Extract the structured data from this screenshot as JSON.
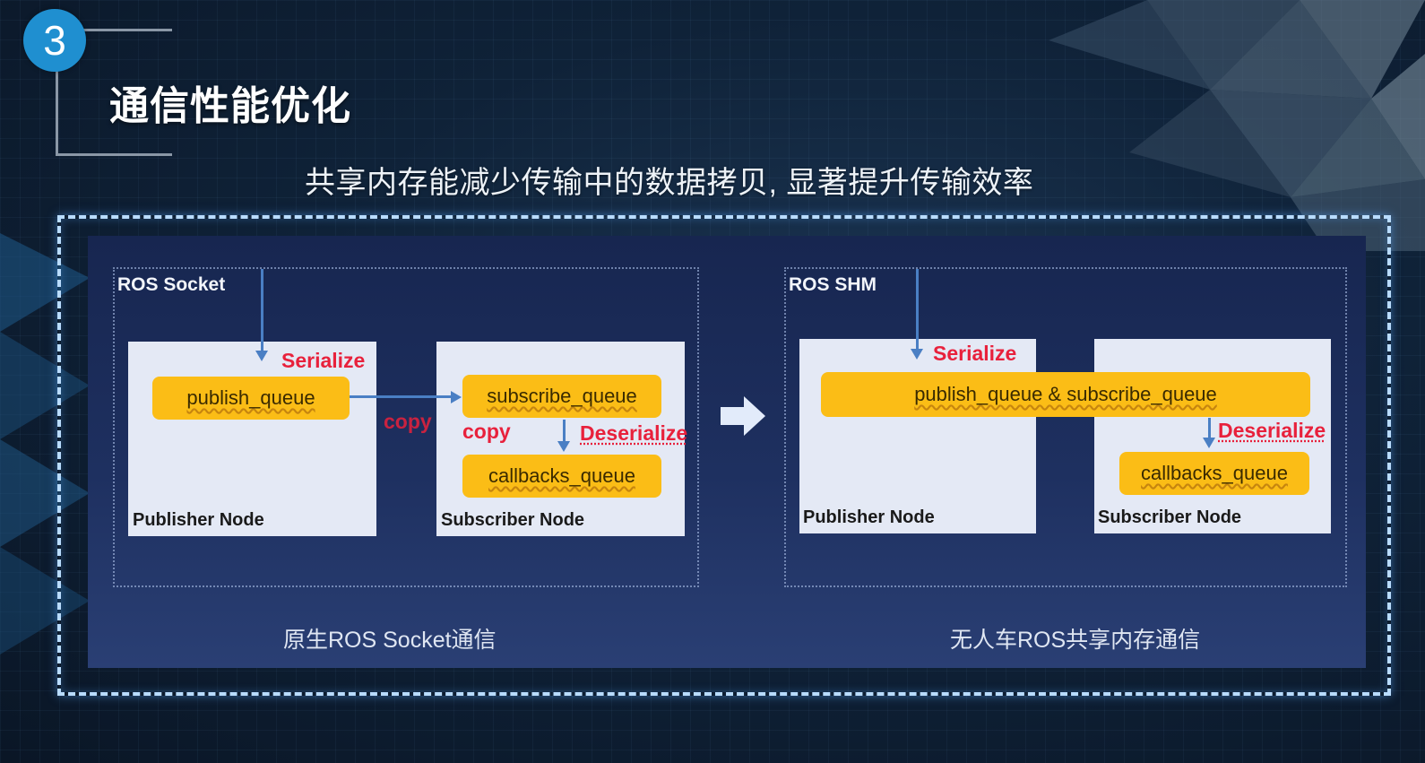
{
  "header": {
    "section_number": "3",
    "title": "通信性能优化",
    "subtitle": "共享内存能减少传输中的数据拷贝, 显著提升传输效率"
  },
  "diagrams": [
    {
      "group_label": "ROS Socket",
      "publisher_node": {
        "label": "Publisher Node",
        "queue": "publish_queue",
        "step": "Serialize"
      },
      "transfer_label": "copy",
      "subscriber_node": {
        "label": "Subscriber Node",
        "queue": "subscribe_queue",
        "copy_label": "copy",
        "step": "Deserialize",
        "callbacks_queue": "callbacks_queue"
      },
      "caption": "原生ROS Socket通信"
    },
    {
      "group_label": "ROS SHM",
      "publisher_node": {
        "label": "Publisher Node",
        "step": "Serialize"
      },
      "shared_queue": "publish_queue & subscribe_queue",
      "subscriber_node": {
        "label": "Subscriber Node",
        "step": "Deserialize",
        "callbacks_queue": "callbacks_queue"
      },
      "caption": "无人车ROS共享内存通信"
    }
  ],
  "colors": {
    "badge": "#1f8fd0",
    "queue": "#fbbd16",
    "red_label": "#e8213c",
    "arrow": "#4a7fc4",
    "node_bg": "#e4e9f5",
    "panel": "#1e3060",
    "frame_dash": "#b9dcff"
  }
}
